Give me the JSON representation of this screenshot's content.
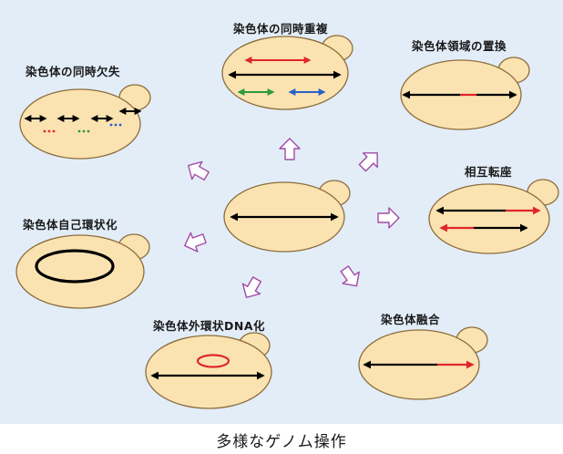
{
  "labels": {
    "center": "",
    "simultaneous_loss": "染色体の同時欠失",
    "simultaneous_duplication": "染色体の同時重複",
    "region_replacement": "染色体領域の置換",
    "reciprocal_translocation": "相互転座",
    "circularization": "染色体自己環状化",
    "extrachromosomal_circular_dna": "染色体外環状DNA化",
    "fusion": "染色体融合"
  },
  "caption": "多様なゲノム操作",
  "colors": {
    "panel_bg": "#e2edf8",
    "cell_fill": "#fbe3b1",
    "cell_stroke": "#8c6d3b",
    "chromosome": "#000000",
    "red": "#e0262c",
    "green": "#2f9a3c",
    "blue": "#2b62c8",
    "arrow_outline": "#a24aa6"
  },
  "icons": {
    "flow_arrow": "hollow-arrow-icon",
    "chromosome": "double-arrow-icon"
  }
}
